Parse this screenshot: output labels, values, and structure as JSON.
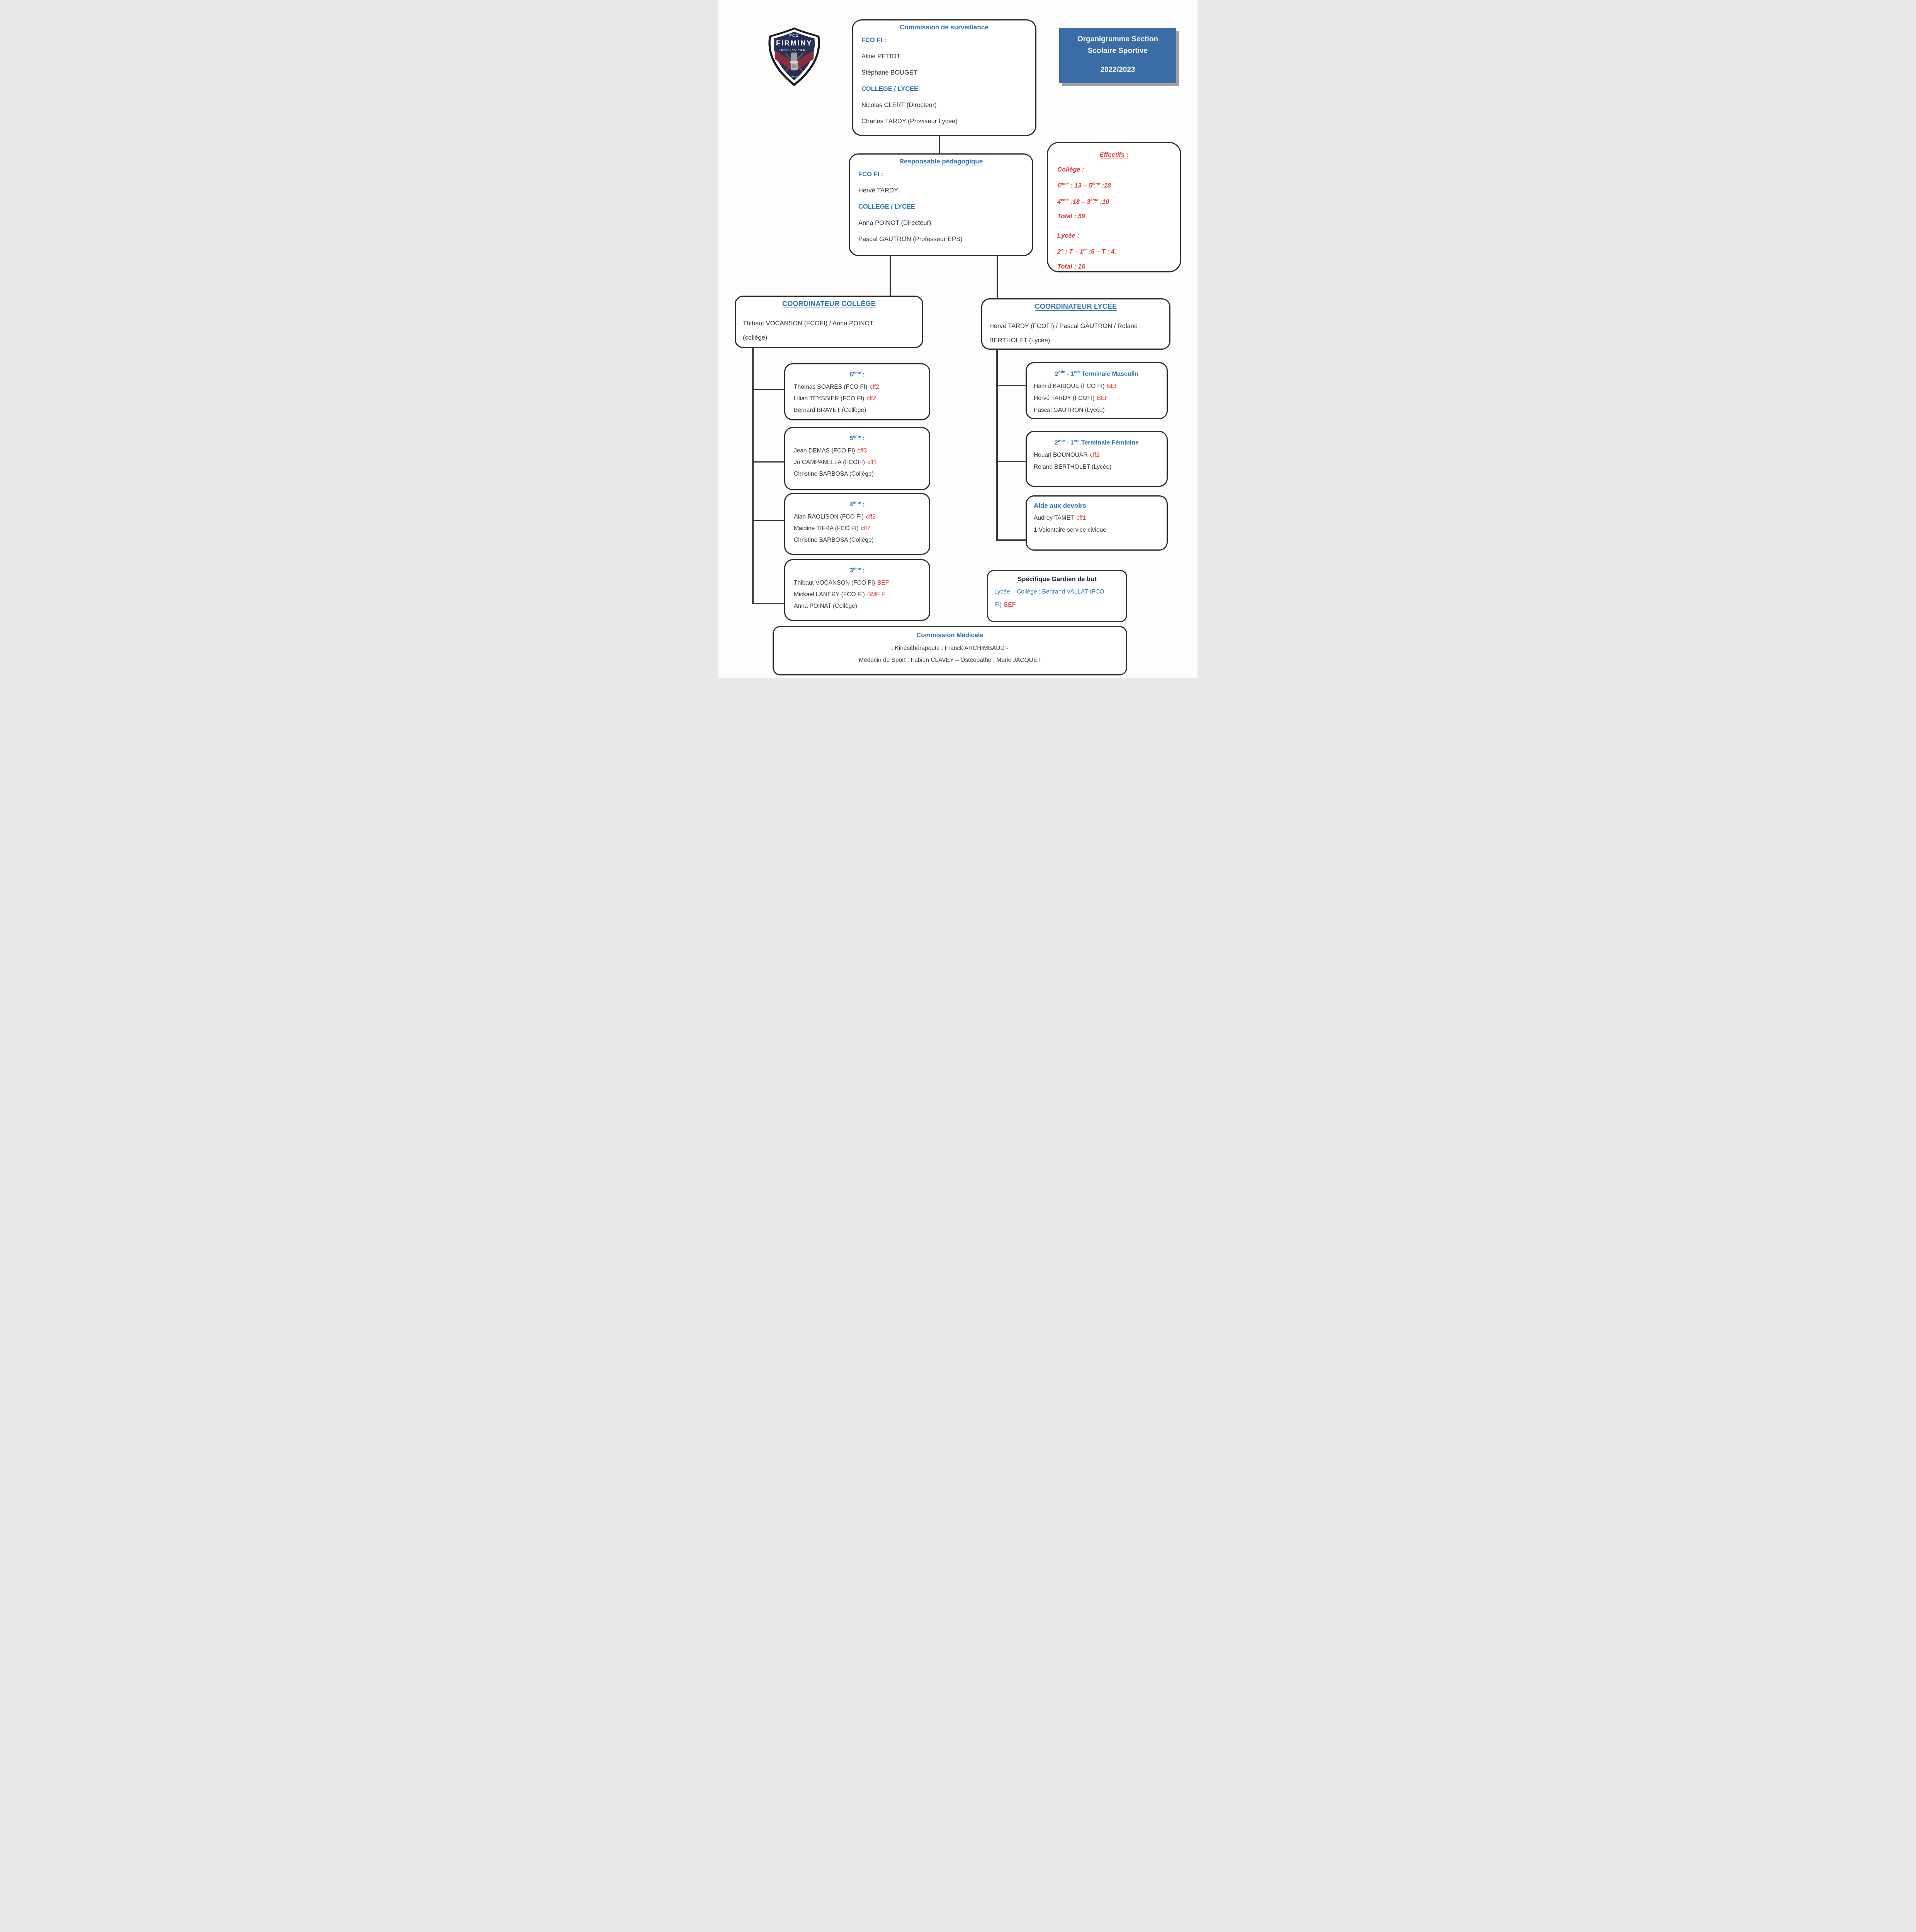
{
  "colors": {
    "blue": "#2e74b5",
    "red": "#e23b36",
    "ink": "#3a3a3a",
    "line": "#3a3a3a",
    "banner_bg": "#3a6ca6",
    "banner_shadow": "#9e9e9e",
    "border": "#2e2e2e"
  },
  "banner": {
    "line1": "Organigramme Section",
    "line2": "Scolaire Sportive",
    "year": "2022/2023"
  },
  "logo": {
    "club": "FCO",
    "name": "FIRMINY",
    "sub": "INSERSPORT",
    "year": "1948"
  },
  "surveillance": {
    "title": "Commission de surveillance",
    "fco_label": "FCO FI :",
    "fco_members": [
      "Aline PETIOT",
      "Stéphane BOUGET"
    ],
    "school_label": "COLLEGE / LYCEE",
    "school_members": [
      "Nicolas CLERT (Directeur)",
      "Charles TARDY  (Proviseur Lycée)"
    ]
  },
  "responsable": {
    "title": "Responsable pédagogique",
    "fco_label": "FCO FI :",
    "fco_members": [
      "Hervé TARDY"
    ],
    "school_label": "COLLEGE / LYCEE",
    "school_members": [
      "Anna POINOT (Directeur)",
      "Pascal GAUTRON (Professeur EPS)"
    ]
  },
  "effectifs": {
    "title": "Effectifs :",
    "college_label": "Collège :",
    "line1": {
      "a": "6",
      "a_sup": "ème",
      "b": " : 13  –   5",
      "b_sup": "ème",
      "c": " :18"
    },
    "line2": {
      "a": "4",
      "a_sup": "ème",
      "b": " :18  –  3",
      "b_sup": "ème",
      "c": " :10"
    },
    "college_total": "Total : 59",
    "lycee_label": "Lycée :",
    "lycee_line": {
      "a": "2° : 7 – 1",
      "a_sup": "er",
      "b": " :5 – T : 4."
    },
    "lycee_total": "Total : 16"
  },
  "coord_college": {
    "title": "COORDINATEUR COLLÈGE",
    "body": "Thibaut VOCANSON (FCOFI) / Anna POINOT (collège)"
  },
  "coord_lycee": {
    "title": "COORDINATEUR LYCÉE",
    "body": "Hervé TARDY (FCOFI) / Pascal GAUTRON / Roland BERTHOLET (Lycée)"
  },
  "college_classes": [
    {
      "num": "6",
      "sup": "ème",
      "colon": " :",
      "members": [
        {
          "name": "Thomas SOARES (FCO FI)",
          "badge": "cff2"
        },
        {
          "name": "Lilian TEYSSIER (FCO FI)",
          "badge": "cff2"
        },
        {
          "name": "Bernard BRAYET (Collège)",
          "badge": ""
        }
      ]
    },
    {
      "num": "5",
      "sup": "ème",
      "colon": " :",
      "members": [
        {
          "name": "Jean DEMAS (FCO FI)",
          "badge": "cff3"
        },
        {
          "name": "Jo CAMPANELLA (FCOFI)",
          "badge": "cff1"
        },
        {
          "name": "Christine  BARBOSA (Collège)",
          "badge": ""
        }
      ]
    },
    {
      "num": "4",
      "sup": "ème",
      "colon": " :",
      "members": [
        {
          "name": "Alan RAOLISON (FCO FI)",
          "badge": "cff2"
        },
        {
          "name": "Maidine TIFRA (FCO FI)",
          "badge": "cff2"
        },
        {
          "name": "Christine BARBOSA (Collège)",
          "badge": ""
        }
      ]
    },
    {
      "num": "3",
      "sup": "ème",
      "colon": " :",
      "members": [
        {
          "name": "Thibaut VOCANSON (FCO FI)",
          "badge": "BEF"
        },
        {
          "name": "Mickael LANERY (FCO FI)",
          "badge": "BMF F"
        },
        {
          "name": "Anna POINAT (Collège)",
          "badge": ""
        }
      ]
    }
  ],
  "lycee_groups": [
    {
      "title_parts": {
        "n1": "2",
        "s1": "nde",
        "sep": " - ",
        "n2": "1",
        "s2": "ère",
        "rest": " Terminale Masculin"
      },
      "members": [
        {
          "name": "Hamid KAIBOUE (FCO FI)",
          "badge": "BEF"
        },
        {
          "name": "Hervé TARDY (FCOFI)",
          "badge": "BEF"
        },
        {
          "name": "Pascal GAUTRON (Lycée)",
          "badge": ""
        }
      ]
    },
    {
      "title_parts": {
        "n1": "2",
        "s1": "nde",
        "sep": " - ",
        "n2": "1",
        "s2": "ère",
        "rest": " Terminale Féminine"
      },
      "members": [
        {
          "name": "Houari BOUNOUAR",
          "badge": "cff2"
        },
        {
          "name": "Roland BERTHOLET (Lycée)",
          "badge": ""
        }
      ]
    },
    {
      "title": "Aide aux devoirs",
      "members": [
        {
          "name": "Audrey TAMET",
          "badge": "cff1"
        },
        {
          "name": "1 Volontaire service civique",
          "badge": ""
        }
      ]
    }
  ],
  "gardien": {
    "title": "Spécifique Gardien de but",
    "body_blue": "Lycée – Collège : Bertrand VALLAT (FCO FI)",
    "badge": "BEF"
  },
  "medicale": {
    "title": "Commission Médicale",
    "line1": ". Kinésithérapeute : Franck ARCHIMBAUD -",
    "line2": "Médecin du Sport : Fabien CLAVEY – Ostéopathe : Marie JACQUET"
  }
}
